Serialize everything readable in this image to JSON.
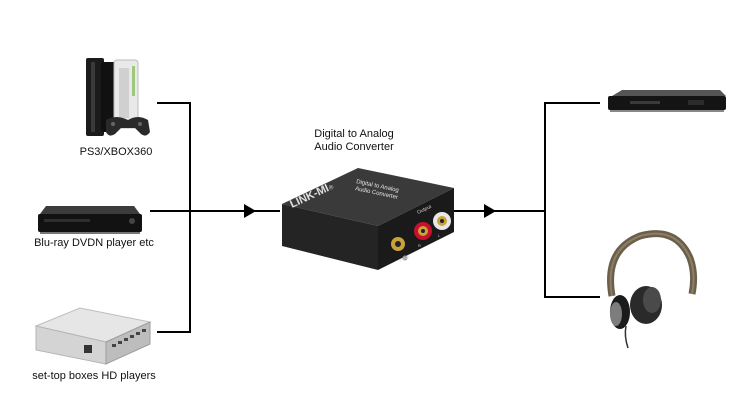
{
  "title": "Digital to Analog Audio Converter",
  "title_lines": [
    "Digital to Analog",
    "Audio Converter"
  ],
  "sources": [
    {
      "label": "PS3/XBOX360",
      "icon": "game-console-icon"
    },
    {
      "label": "Blu-ray DVDN player etc",
      "icon": "bluray-player-icon"
    },
    {
      "label": "set-top boxes HD players",
      "icon": "set-top-box-icon"
    }
  ],
  "device": {
    "brand": "LINK-MI",
    "brand_mark": "®",
    "lid_text": [
      "Digital to Analog",
      "Audio Converter"
    ],
    "port_label": "Output",
    "power_label": "Power",
    "channel_labels": [
      "R",
      "L"
    ],
    "icon": "audio-converter-icon"
  },
  "outputs": [
    {
      "icon": "av-receiver-icon"
    },
    {
      "icon": "headphones-icon"
    }
  ],
  "colors": {
    "line": "#000000",
    "device_body": "#2b2b2b",
    "rca_red": "#c8102e",
    "gold": "#c9a23a"
  }
}
